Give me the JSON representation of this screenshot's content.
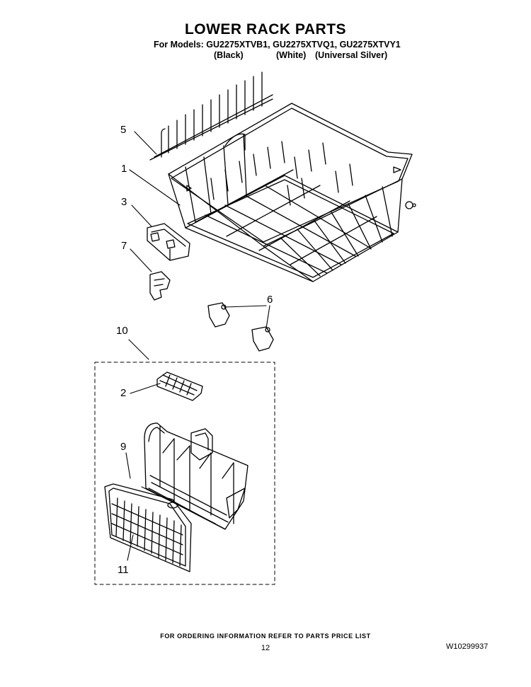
{
  "header": {
    "title": "LOWER RACK PARTS",
    "models_line": "For Models: GU2275XTVB1, GU2275XTVQ1, GU2275XTVY1",
    "color_black": "(Black)",
    "color_white": "(White)",
    "color_silver": "(Universal Silver)"
  },
  "callouts": {
    "c1": "1",
    "c2": "2",
    "c3": "3",
    "c5": "5",
    "c6": "6",
    "c7": "7",
    "c9": "9",
    "c10": "10",
    "c11": "11"
  },
  "footer": {
    "ordering_note": "FOR ORDERING INFORMATION REFER TO PARTS PRICE LIST",
    "page_number": "12",
    "document_number": "W10299937"
  }
}
